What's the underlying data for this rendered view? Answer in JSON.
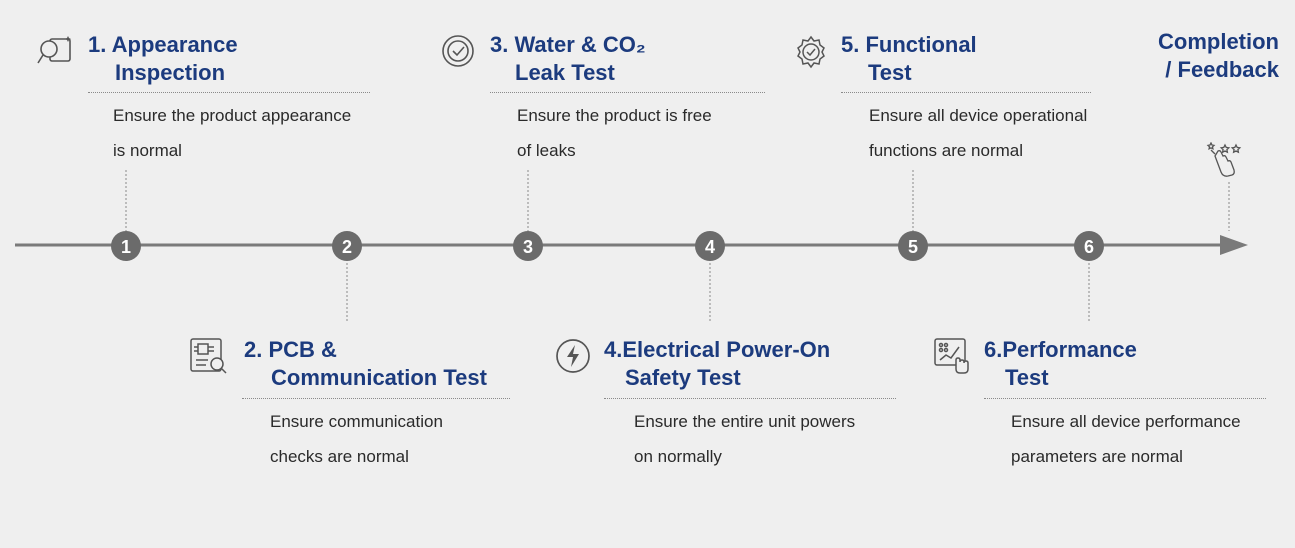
{
  "colors": {
    "background": "#efefef",
    "title": "#1c3b7e",
    "text": "#2a2a2a",
    "timeline": "#7a7a7a",
    "node": "#6b6b6b",
    "node_text": "#ffffff"
  },
  "timeline_nodes": [
    "1",
    "2",
    "3",
    "4",
    "5",
    "6"
  ],
  "steps": [
    {
      "icon": "magnifier-inspection-icon",
      "title": [
        "1. Appearance",
        "Inspection"
      ],
      "desc": [
        "Ensure the product appearance",
        "is normal"
      ]
    },
    {
      "icon": "pcb-inspection-icon",
      "title": [
        "2. PCB &",
        "Communication Test"
      ],
      "desc": [
        "Ensure communication",
        "checks are normal"
      ]
    },
    {
      "icon": "check-circle-icon",
      "title": [
        "3. Water & CO₂",
        "Leak Test"
      ],
      "desc": [
        "Ensure the product is free",
        "of leaks"
      ]
    },
    {
      "icon": "lightning-icon",
      "title": [
        "4.Electrical Power-On",
        "Safety Test"
      ],
      "desc": [
        "Ensure the entire unit powers",
        "on normally"
      ]
    },
    {
      "icon": "gear-check-icon",
      "title": [
        "5. Functional",
        "Test"
      ],
      "desc": [
        "Ensure all device operational",
        "functions are normal"
      ]
    },
    {
      "icon": "performance-chart-icon",
      "title": [
        "6.Performance",
        "Test"
      ],
      "desc": [
        "Ensure all device performance",
        "parameters are normal"
      ]
    }
  ],
  "completion": {
    "icon": "hand-stars-icon",
    "title": [
      "Completion",
      "/ Feedback"
    ]
  }
}
